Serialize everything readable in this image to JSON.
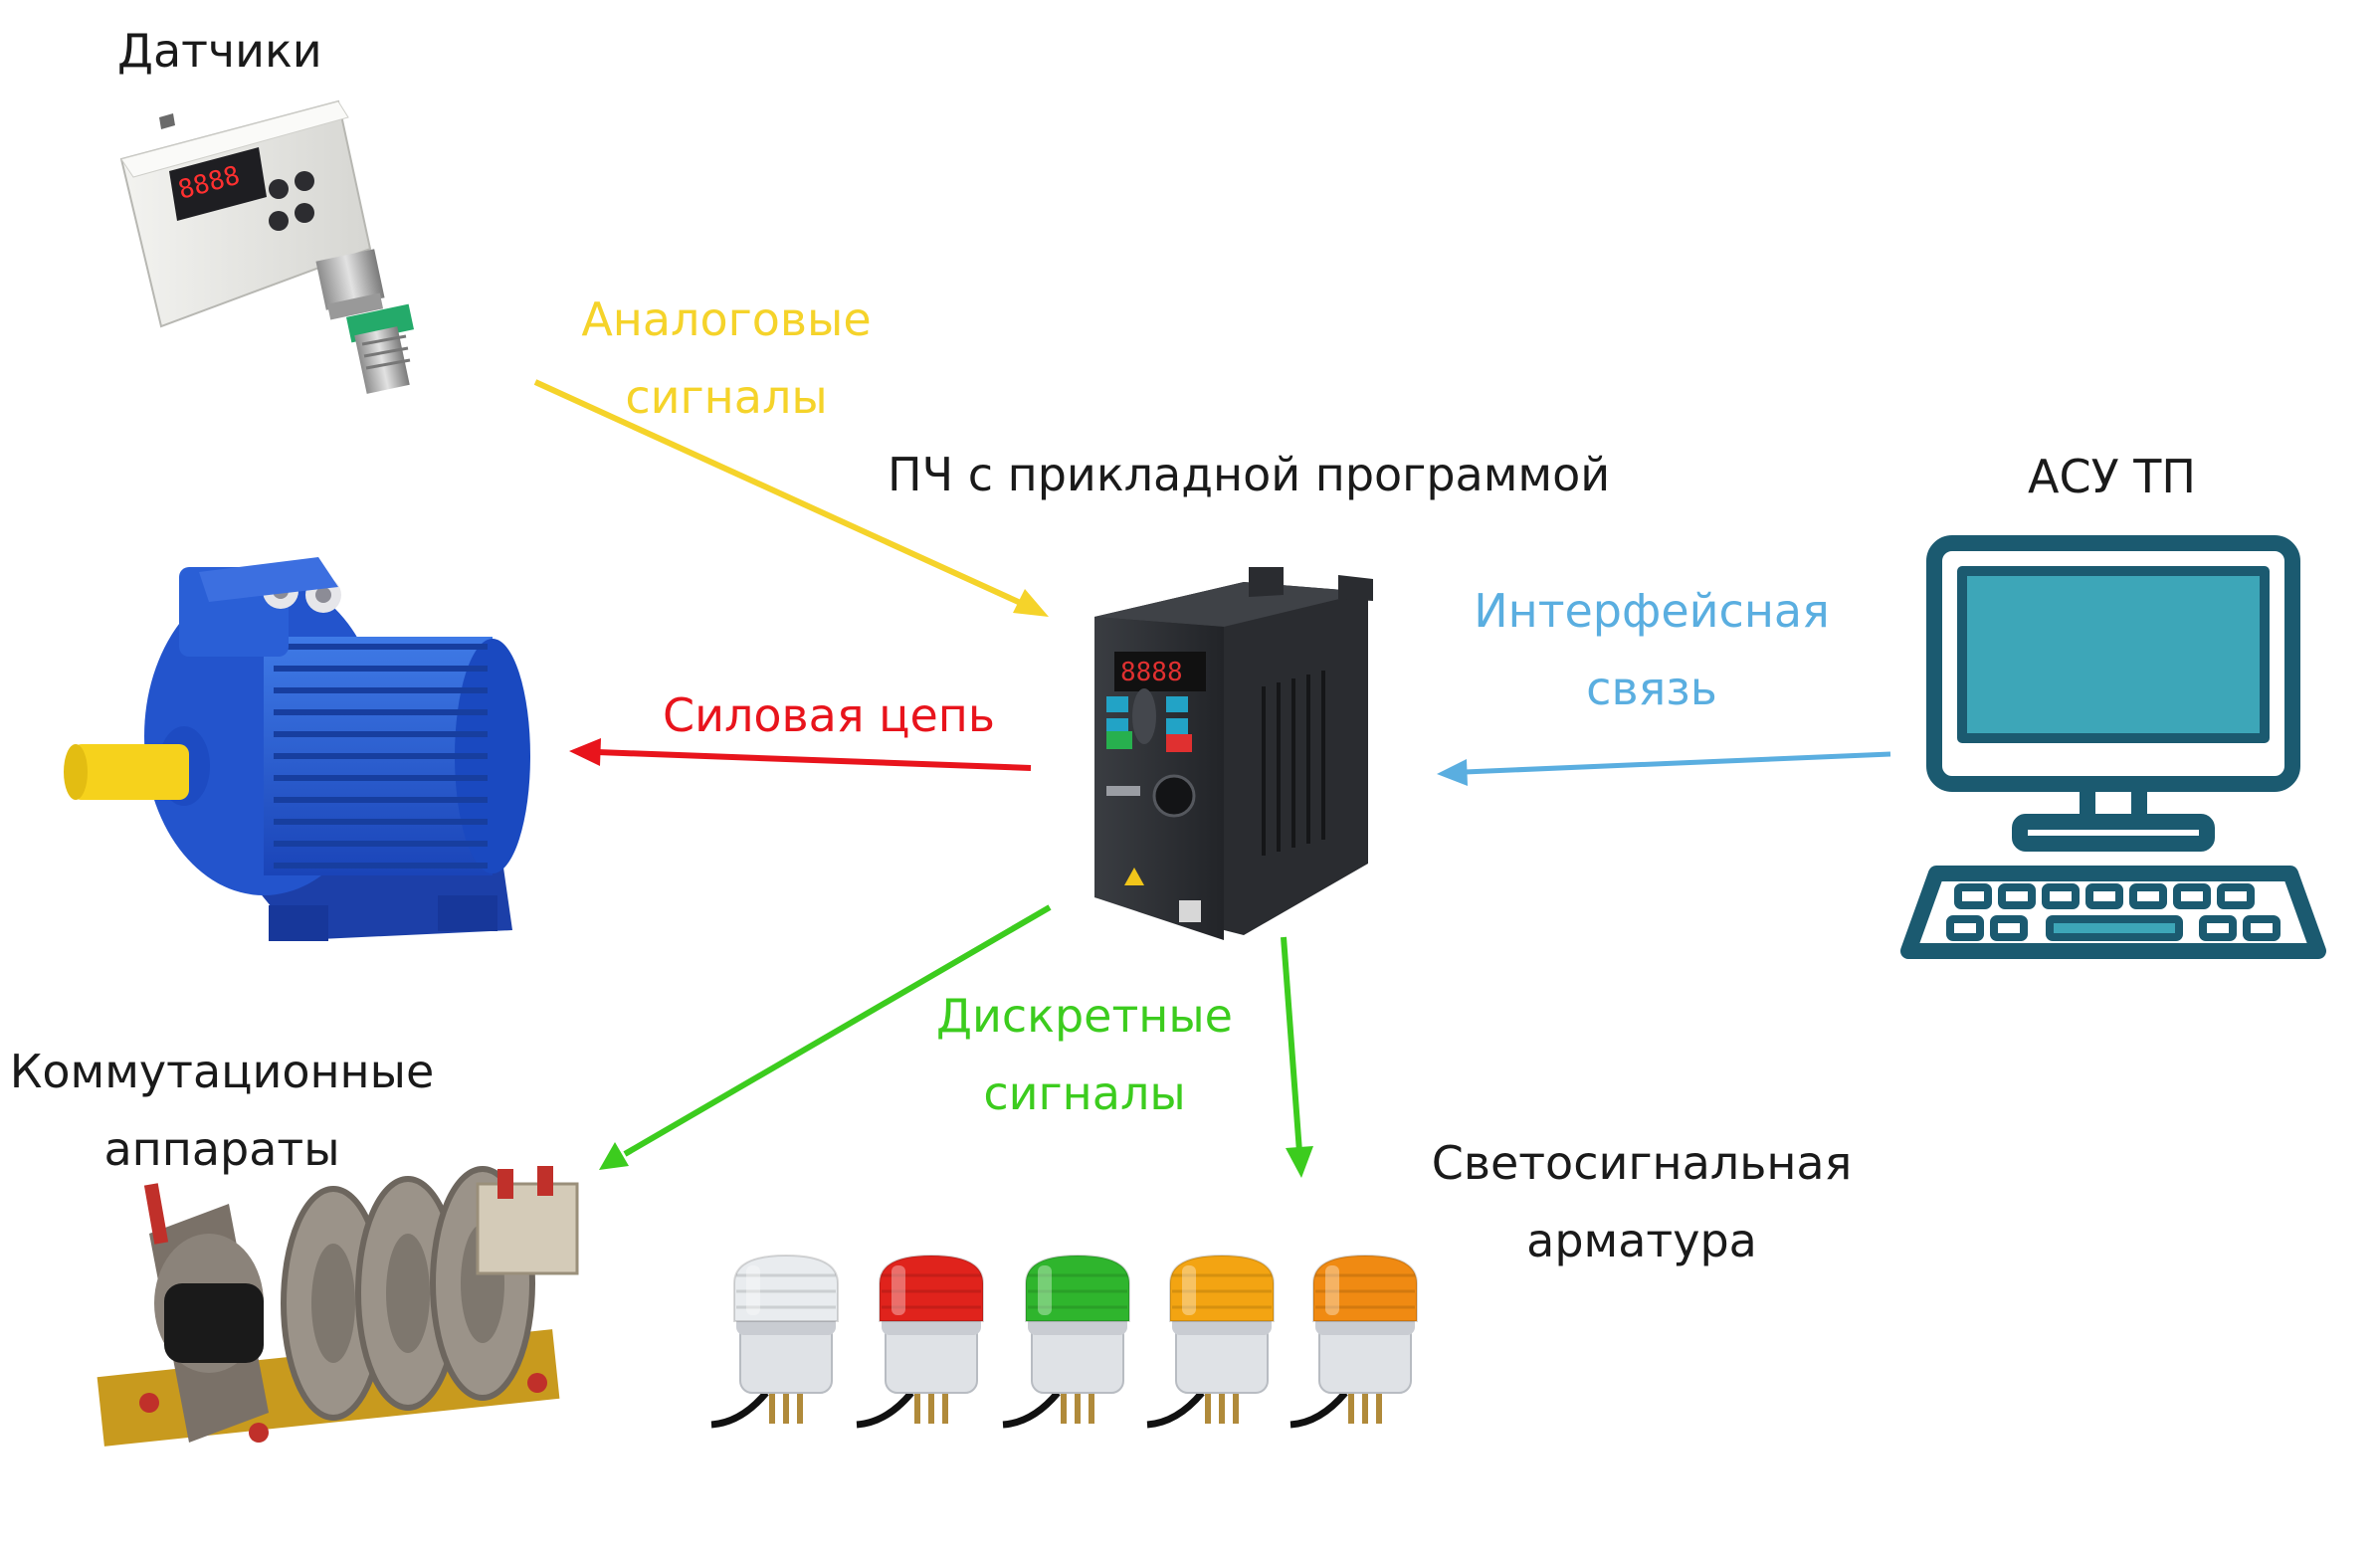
{
  "nodes": {
    "sensors": {
      "label": "Датчики",
      "icon": "pressure-sensor-icon"
    },
    "drive": {
      "label": "ПЧ с прикладной программой",
      "icon": "frequency-converter-icon"
    },
    "scada": {
      "label": "АСУ ТП",
      "icon": "computer-icon"
    },
    "motor": {
      "icon": "electric-motor-icon"
    },
    "switchgear": {
      "lines": [
        "Коммутационные",
        "аппараты"
      ],
      "icon": "contactor-icon"
    },
    "lights": {
      "lines": [
        "Светосигнальная",
        "арматура"
      ],
      "icon": "signal-lamp-icon"
    }
  },
  "connections": {
    "analog": {
      "lines": [
        "Аналоговые",
        "сигналы"
      ],
      "color": "#f5d32a"
    },
    "power": {
      "label": "Силовая цепь",
      "color": "#e8141c"
    },
    "interface": {
      "lines": [
        "Интерфейсная",
        "связь"
      ],
      "color": "#5aaee0"
    },
    "discrete": {
      "lines": [
        "Дискретные",
        "сигналы"
      ],
      "color": "#3ccc1e"
    }
  },
  "lamp_colors": [
    "#e9ecef",
    "#e0231c",
    "#2fb52d",
    "#f3a412",
    "#f08a12"
  ],
  "computer_color": "#1b5a70",
  "computer_screen_color": "#3da6b8"
}
